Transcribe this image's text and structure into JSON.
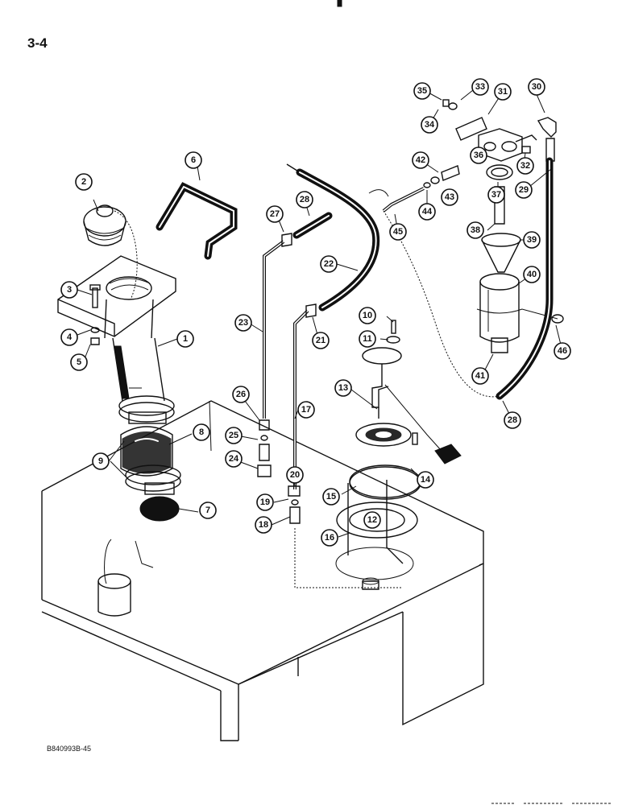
{
  "page": {
    "number": "3-4",
    "figure_code": "B840993B-45"
  },
  "callouts": [
    "1",
    "2",
    "3",
    "4",
    "5",
    "6",
    "7",
    "8",
    "9",
    "10",
    "11",
    "12",
    "13",
    "14",
    "15",
    "16",
    "17",
    "18",
    "19",
    "20",
    "21",
    "22",
    "23",
    "24",
    "25",
    "26",
    "27",
    "28",
    "28",
    "29",
    "30",
    "31",
    "32",
    "33",
    "34",
    "35",
    "36",
    "37",
    "38",
    "39",
    "40",
    "41",
    "42",
    "43",
    "44",
    "45",
    "46"
  ]
}
